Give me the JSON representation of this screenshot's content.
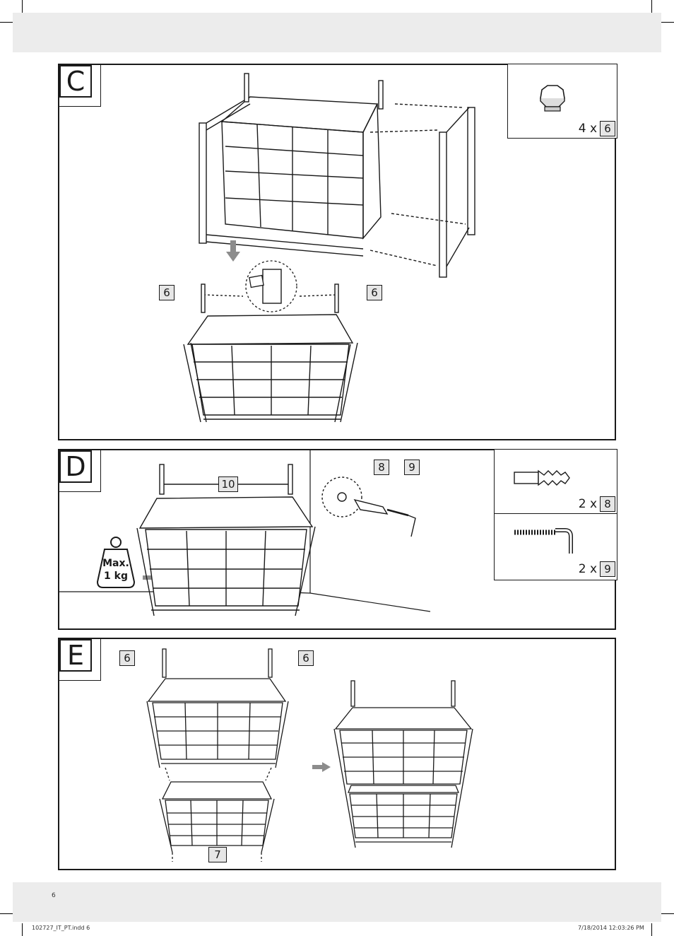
{
  "page_number": "6",
  "footer": {
    "file": "102727_IT_PT.indd   6",
    "datetime": "7/18/2014   12:03:26 PM"
  },
  "step_c": {
    "letter": "C",
    "part_callout_left": "6",
    "part_callout_right": "6",
    "parts": [
      {
        "qty": "4 x",
        "ref": "6"
      }
    ]
  },
  "step_d": {
    "letter": "D",
    "spacing_callout": "10",
    "anchor_callout": "8",
    "screw_callout": "9",
    "weight_line1": "Max.",
    "weight_line2": "1 kg",
    "parts": [
      {
        "qty": "2 x",
        "ref": "8"
      },
      {
        "qty": "2 x",
        "ref": "9"
      }
    ]
  },
  "step_e": {
    "letter": "E",
    "part_callout_left": "6",
    "part_callout_right": "6",
    "connector_callout": "7"
  },
  "colors": {
    "band": "#ececec",
    "callout_fill": "#e6e6e6",
    "line": "#1a1a1a",
    "arrow": "#8c8c8c"
  }
}
